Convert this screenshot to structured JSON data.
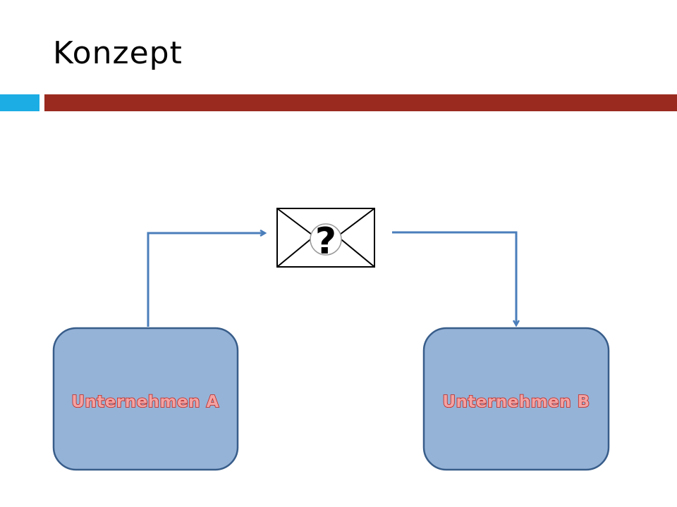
{
  "slide": {
    "title": "Konzept"
  },
  "diagram": {
    "nodes": [
      {
        "id": "a",
        "label": "Unternehmen A"
      },
      {
        "id": "b",
        "label": "Unternehmen B"
      }
    ],
    "message_symbol": {
      "icon": "envelope-question-icon",
      "mark": "?"
    },
    "colors": {
      "box_fill": "#95b3d7",
      "box_stroke": "#385d8a",
      "arrow": "#4a7ebb",
      "label_text": "#c0231c",
      "accent_bar": "#1cade4",
      "title_bar": "#9a2a1f"
    }
  }
}
